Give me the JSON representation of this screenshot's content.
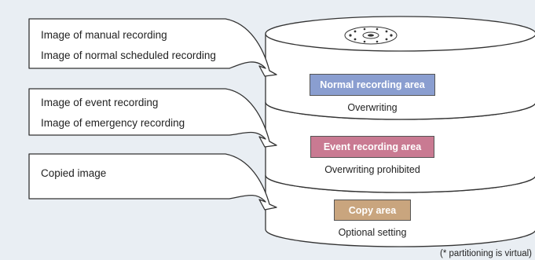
{
  "callouts": [
    {
      "lines": [
        "Image of manual recording",
        "Image of normal scheduled recording"
      ]
    },
    {
      "lines": [
        "Image of event recording",
        "Image of emergency recording"
      ]
    },
    {
      "lines": [
        "Copied image"
      ]
    }
  ],
  "areas": [
    {
      "label": "Normal recording area",
      "sub": "Overwriting",
      "color": "#8a9ed0"
    },
    {
      "label": "Event recording area",
      "sub": "Overwriting prohibited",
      "color": "#c97a92"
    },
    {
      "label": "Copy area",
      "sub": "Optional setting",
      "color": "#c9a57e"
    }
  ],
  "disc_icon": "disc-hub-icon",
  "footnote": "(* partitioning is virtual)"
}
